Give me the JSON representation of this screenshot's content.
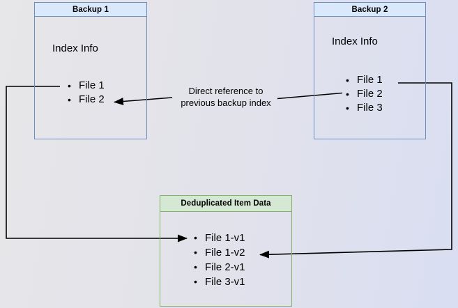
{
  "colors": {
    "background-start": "#e7e6e8",
    "background-mid": "#e2e2eb",
    "background-end": "#d9def2",
    "blue-border": "#6c8ebf",
    "blue-fill": "#dae8fc",
    "green-border": "#82b366",
    "green-fill": "#d5e8d4",
    "line-color": "#000000",
    "text-color": "#000000"
  },
  "glyphs": {
    "bullet": "•"
  },
  "nodes": {
    "backup1": {
      "title": "Backup 1",
      "section_label": "Index Info",
      "items": [
        "File 1",
        "File 2"
      ]
    },
    "backup2": {
      "title": "Backup 2",
      "section_label": "Index Info",
      "items": [
        "File 1",
        "File 2",
        "File 3"
      ]
    },
    "dedup": {
      "title": "Deduplicated Item Data",
      "items": [
        "File 1-v1",
        "File 1-v2",
        "File 2-v1",
        "File 3-v1"
      ]
    }
  },
  "edge_label": {
    "line1": "Direct reference to",
    "line2": "previous backup index"
  }
}
